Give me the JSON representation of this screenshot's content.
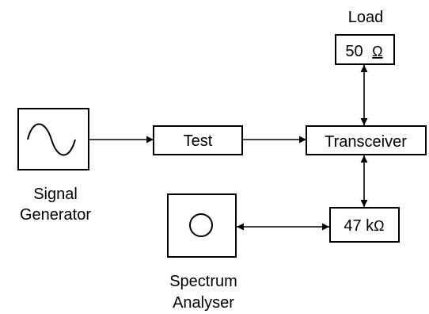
{
  "blocks": {
    "load": {
      "caption": "Load",
      "value": "50",
      "unit": "Ω"
    },
    "test": {
      "label": "Test"
    },
    "transceiver": {
      "label": "Transceiver"
    },
    "resistor": {
      "value": "47 k",
      "unit": "Ω"
    },
    "signal_generator": {
      "caption_line1": "Signal",
      "caption_line2": "Generator",
      "icon": "sine-wave-icon"
    },
    "spectrum_analyser": {
      "caption_line1": "Spectrum",
      "caption_line2": "Analyser",
      "icon": "circle-display-icon"
    }
  },
  "connections": [
    {
      "from": "signal_generator",
      "to": "test",
      "direction": "forward"
    },
    {
      "from": "test",
      "to": "transceiver",
      "direction": "forward"
    },
    {
      "from": "load",
      "to": "transceiver",
      "direction": "bidirectional"
    },
    {
      "from": "transceiver",
      "to": "resistor",
      "direction": "bidirectional"
    },
    {
      "from": "spectrum_analyser",
      "to": "resistor",
      "direction": "bidirectional"
    }
  ]
}
